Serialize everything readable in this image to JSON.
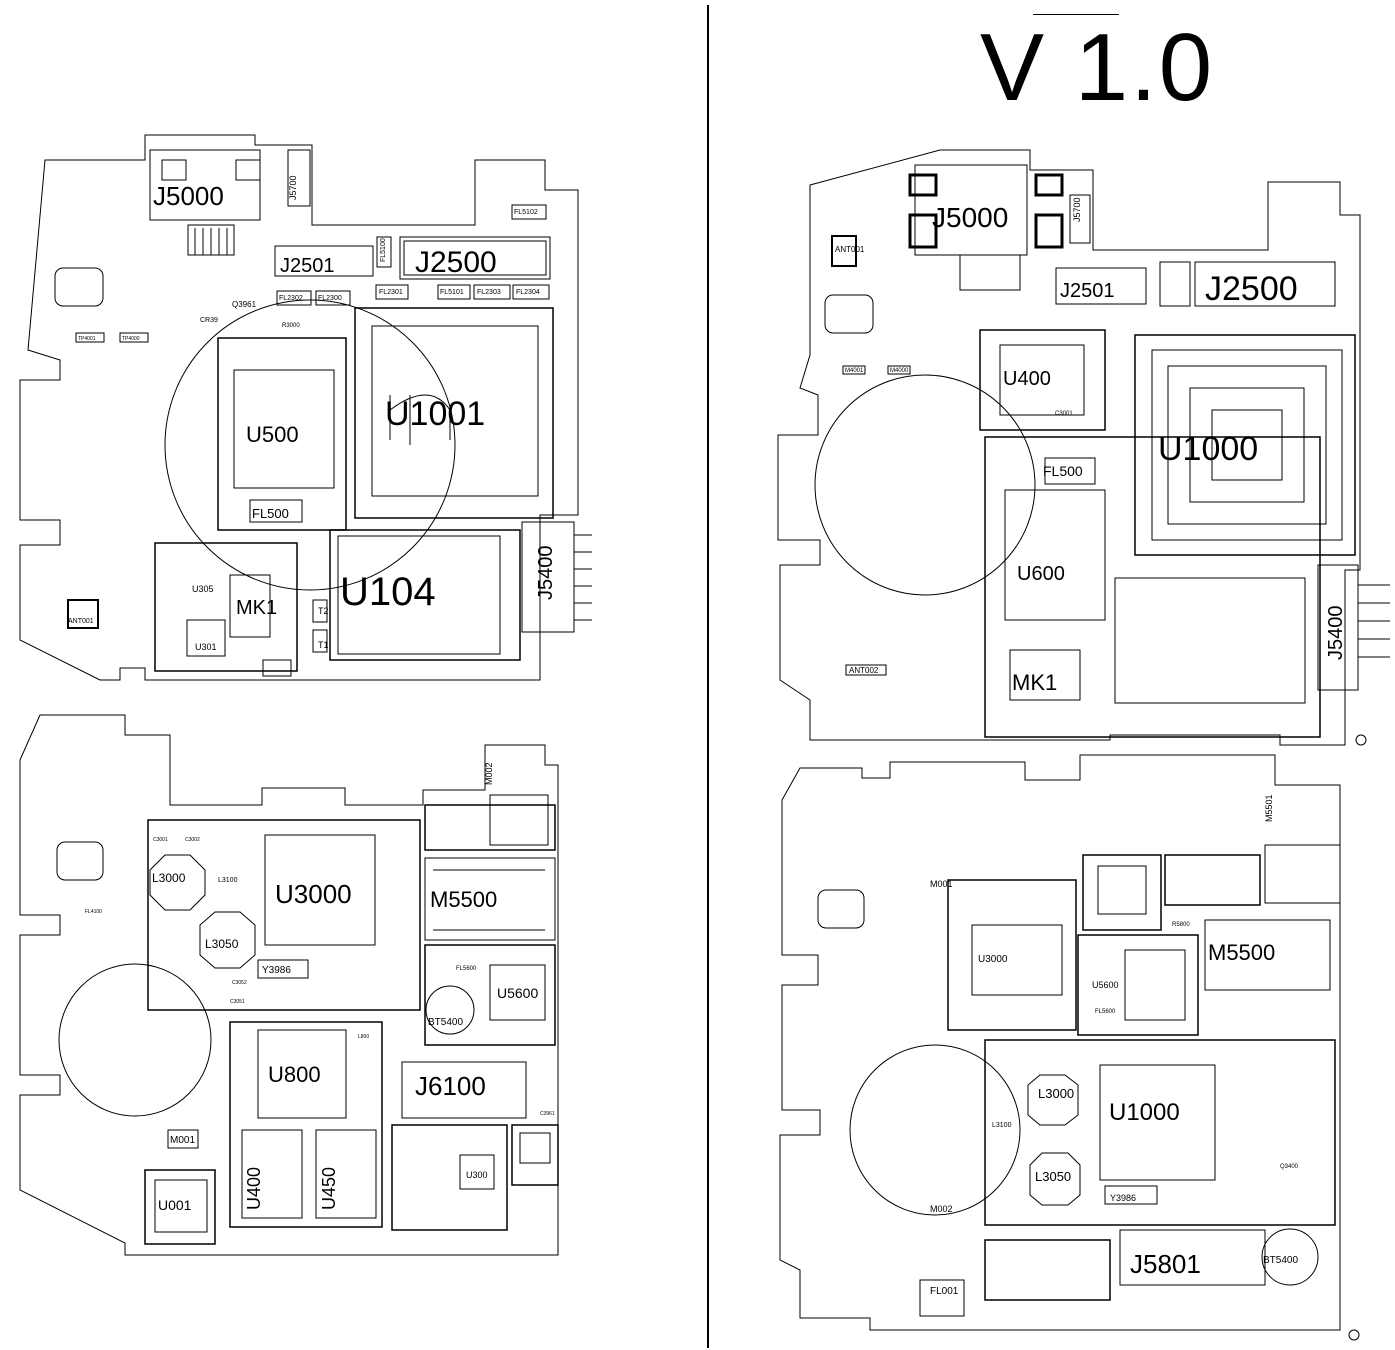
{
  "version_label": "V 1.0",
  "boards": {
    "left_top": {
      "labels": [
        "J5000",
        "J5700",
        "J2501",
        "J2500",
        "FL5102",
        "FL5100",
        "FL2302",
        "FL2300",
        "FL2301",
        "FL5101",
        "FL2303",
        "FL2304",
        "U1001",
        "U500",
        "FL500",
        "U104",
        "J5400",
        "U305",
        "U301",
        "MK1",
        "ANT001",
        "TP4001",
        "TP4000",
        "T1",
        "T2",
        "Q3961",
        "CR39",
        "R3000"
      ]
    },
    "left_bottom": {
      "labels": [
        "M002",
        "U3000",
        "L3000",
        "L3100",
        "L3050",
        "Y3986",
        "M5500",
        "U5600",
        "BT5400",
        "FL5600",
        "U800",
        "J6100",
        "M001",
        "U400",
        "U450",
        "U001",
        "U300",
        "FL4100",
        "L800",
        "C3001",
        "C3002",
        "C3051",
        "C3052",
        "C3961"
      ]
    },
    "right_top": {
      "labels": [
        "J5000",
        "J5700",
        "J2501",
        "J2500",
        "ANT001",
        "ANT002",
        "U400",
        "U1000",
        "FL500",
        "U600",
        "MK1",
        "J5400",
        "M4001",
        "M4000",
        "C3001"
      ]
    },
    "right_bottom": {
      "labels": [
        "M5501",
        "M5500",
        "U1000",
        "L3000",
        "L3100",
        "L3050",
        "Y3986",
        "U3000",
        "U5600",
        "J5801",
        "BT5400",
        "FL001",
        "M002",
        "M001",
        "FL5600",
        "R5800",
        "Q3400"
      ]
    }
  }
}
